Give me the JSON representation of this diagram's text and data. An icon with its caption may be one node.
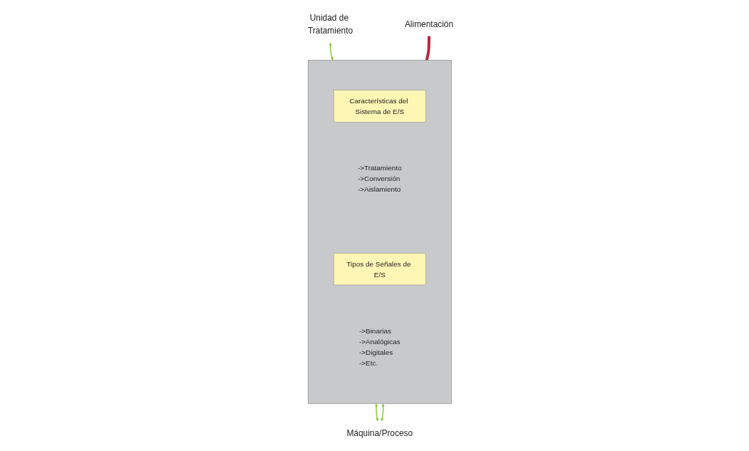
{
  "diagram": {
    "nodes": [
      {
        "text": [
          "Unidad de Tratamiento"
        ]
      },
      {
        "text": [],
        "shape": "box"
      },
      {
        "text": [
          "Tipos de Señales de E/S"
        ],
        "in": 1,
        "beside": [
          "->Binarias",
          "->Analógicas",
          "->Digitales",
          "->Etc."
        ]
      },
      {
        "text": [
          "Características del Sistema de E/S"
        ],
        "in": 1,
        "beside": [
          "->Tratamiento",
          "->Conversión",
          "->Aislamiento"
        ]
      },
      {
        "text": [
          "Alimentación"
        ]
      },
      {
        "text": [
          "Máquina/Proceso"
        ]
      }
    ],
    "edges": [
      {
        "from": 0,
        "to": 1,
        "arrow": "both"
      },
      {
        "from": 4,
        "to": 1,
        "arrow": "none",
        "style": "thick",
        "color": "#b5293a"
      },
      {
        "from": 1,
        "to": 5,
        "arrow": "both"
      },
      {
        "from": 1,
        "to": 5,
        "arrow": "both"
      }
    ]
  }
}
